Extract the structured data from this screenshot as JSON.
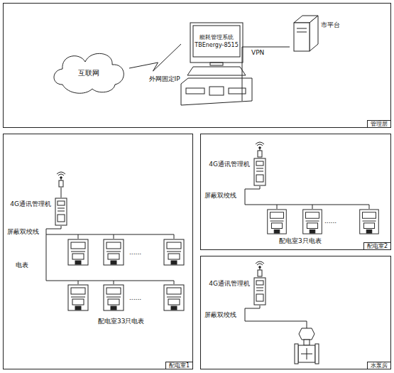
{
  "diagram": {
    "nodes": [
      {
        "text": [
          "管理层"
        ]
      },
      {
        "text": [
          "互联网"
        ],
        "in": 0
      },
      {
        "text": [
          "能耗管理系统",
          "TBEnergy-8515"
        ],
        "in": 0
      },
      {
        "text": [
          "市平台"
        ],
        "in": 0
      },
      {
        "text": [
          "配电室1"
        ]
      },
      {
        "text": [
          "4G通讯管理机"
        ],
        "in": 4
      },
      {
        "text": [
          "配电室2"
        ]
      },
      {
        "text": [
          "4G通讯管理机"
        ],
        "in": 6
      },
      {
        "text": [
          "水泵房"
        ]
      },
      {
        "text": [
          "4G通讯管理机"
        ],
        "in": 8
      }
    ],
    "edges": [
      {
        "from": 1,
        "to": 2,
        "label": "外网固定IP",
        "arrow": "none"
      },
      {
        "from": 2,
        "to": 3,
        "label": "VPN",
        "arrow": "none"
      }
    ],
    "labels": [
      "屏蔽双绞线",
      "电表",
      "......",
      "......",
      "配电室33只电表",
      "屏蔽双绞线",
      "......",
      "配电室3只电表",
      "屏蔽双绞线"
    ]
  }
}
